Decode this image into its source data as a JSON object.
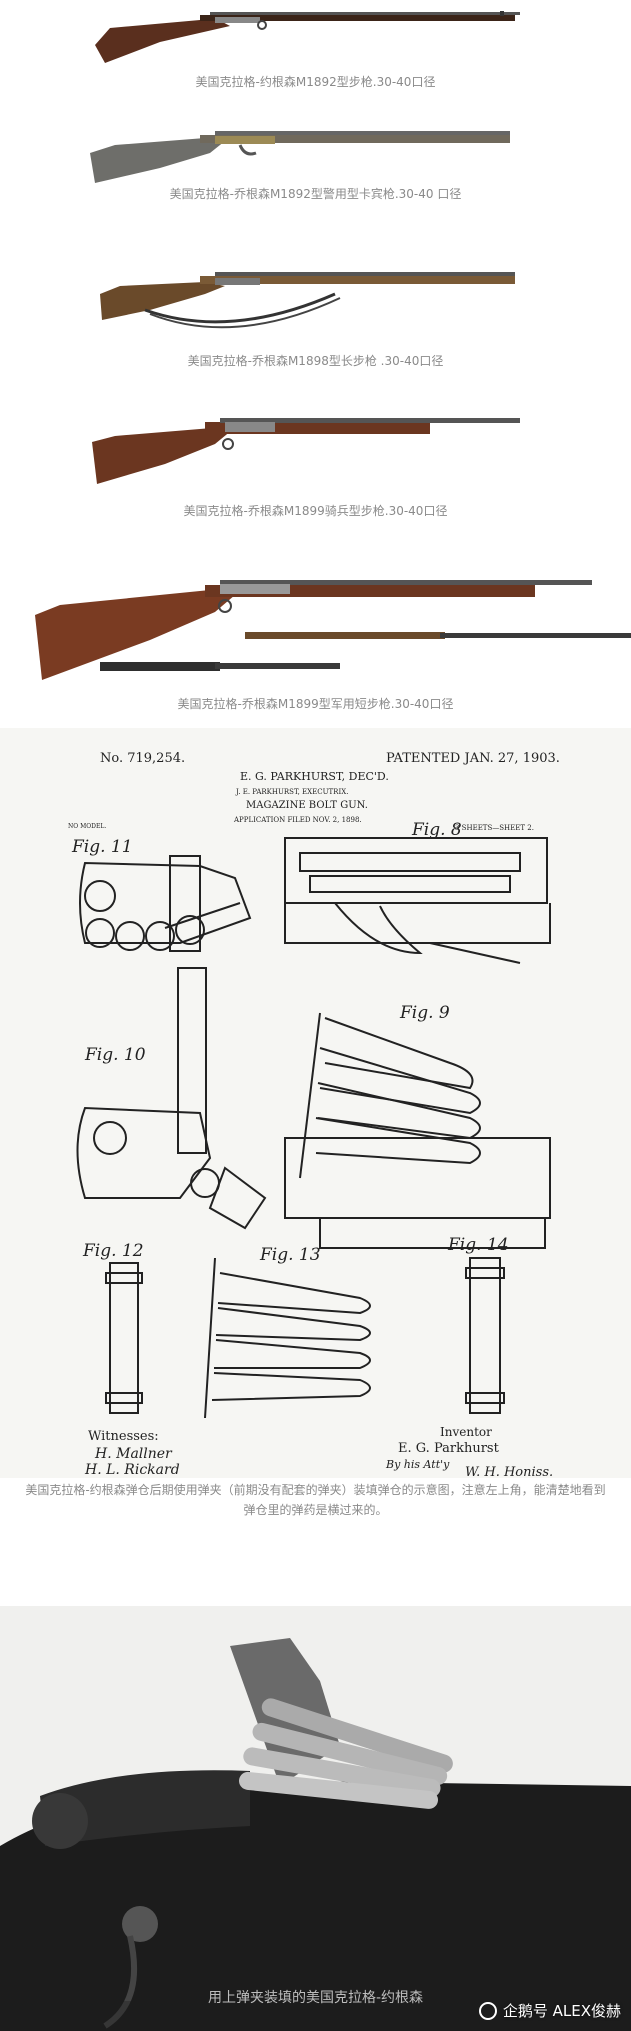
{
  "rifles": [
    {
      "caption": "美国克拉格-约根森M1892型步枪.30-40口径"
    },
    {
      "caption": "美国克拉格-乔根森M1892型警用型卡宾枪.30-40 口径"
    },
    {
      "caption": "美国克拉格-乔根森M1898型长步枪 .30-40口径"
    },
    {
      "caption": "美国克拉格-乔根森M1899骑兵型步枪.30-40口径"
    },
    {
      "caption": "美国克拉格-乔根森M1899型军用短步枪.30-40口径"
    }
  ],
  "patent": {
    "number": "No. 719,254.",
    "date": "PATENTED JAN. 27, 1903.",
    "inventor_header": "E. G. PARKHURST, DEC'D.",
    "executrix": "J. E. PARKHURST, EXECUTRIX.",
    "title": "MAGAZINE BOLT GUN.",
    "filed": "APPLICATION FILED NOV. 2, 1898.",
    "no_model": "NO MODEL.",
    "sheets": "3 SHEETS—SHEET 2.",
    "fig_labels": [
      "Fig. 11",
      "Fig. 8",
      "Fig. 10",
      "Fig. 9",
      "Fig. 12",
      "Fig. 13",
      "Fig. 14"
    ],
    "witnesses_label": "Witnesses:",
    "witness_1": "H. Mallner",
    "witness_2": "H. L. Rickard",
    "inventor_label": "Inventor",
    "inventor_name": "E. G. Parkhurst",
    "attorney_line": "By his Att'y",
    "attorney_name": "W. H. Honiss."
  },
  "patent_caption": "美国克拉格-约根森弹仓后期使用弹夹（前期没有配套的弹夹）装填弹仓的示意图，注意左上角，能清楚地看到弹仓里的弹药是横过来的。",
  "photo": {
    "caption": "用上弹夹装填的美国克拉格-约根森",
    "watermark": "企鹅号 ALEX俊赫"
  }
}
